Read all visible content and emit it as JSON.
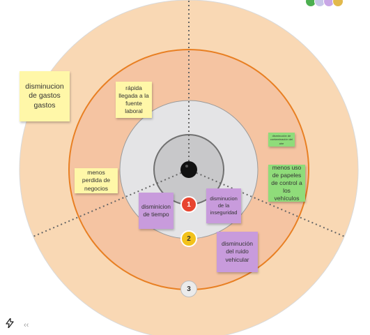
{
  "rings": {
    "outer_color": "#f9d8b4",
    "middle_color": "#f5c4a2",
    "middle_border": "#e87f22",
    "inner_color": "#e4e4e6",
    "core_color": "#c8c8ca",
    "center_color": "#111111"
  },
  "badges": [
    {
      "label": "1",
      "color": "#e8442f",
      "text_color": "#ffffff"
    },
    {
      "label": "2",
      "color": "#f2c21b",
      "text_color": "#333333"
    },
    {
      "label": "3",
      "color": "#ebebeb",
      "text_color": "#333333"
    }
  ],
  "notes": {
    "gastos": "disminucion de gastos gastos",
    "rapida": "rápida llegada a la fuente laboral",
    "negocios": "menos perdida de negocios",
    "contaminacion": "disminución de contaminación del aire",
    "papeles": "menos uso de papeles de control a los vehículos",
    "tiempo": "disminicion de tiempo",
    "inseguridad": "disminucion de la inseguridad",
    "ruido": "disminución del ruido vehicular"
  },
  "toolbar": {
    "bolt_icon": "lightning-bolt-icon",
    "collapse_label": "‹‹"
  },
  "avatars": {
    "colors": [
      "#4caf50",
      "#c7c7e8",
      "#c9a6e6",
      "#e2b94c"
    ]
  }
}
